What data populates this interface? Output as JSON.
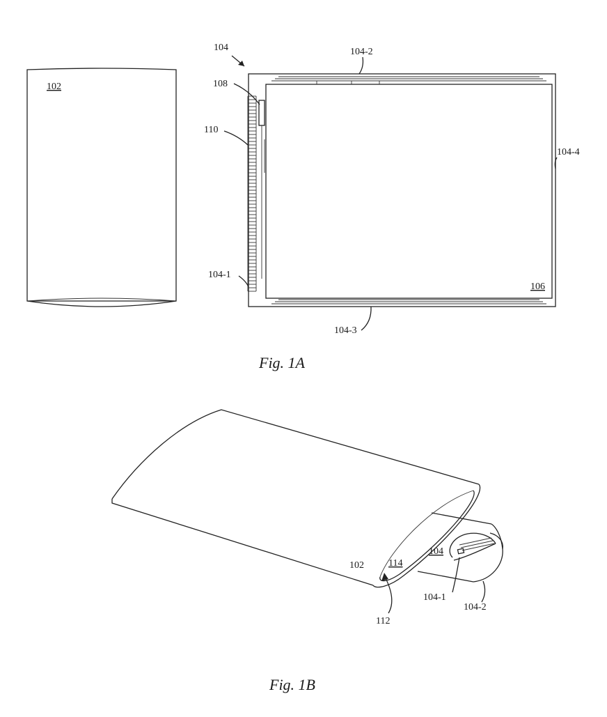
{
  "fig1a": {
    "caption": "Fig. 1A",
    "labels": {
      "l102": "102",
      "l104": "104",
      "l104_2": "104-2",
      "l108": "108",
      "l110": "110",
      "l104_4": "104-4",
      "l104_1": "104-1",
      "l106": "106",
      "l104_3": "104-3"
    }
  },
  "fig1b": {
    "caption": "Fig. 1B",
    "labels": {
      "l102": "102",
      "l114": "114",
      "l104": "104",
      "l104_1": "104-1",
      "l104_2": "104-2",
      "l112": "112"
    }
  }
}
